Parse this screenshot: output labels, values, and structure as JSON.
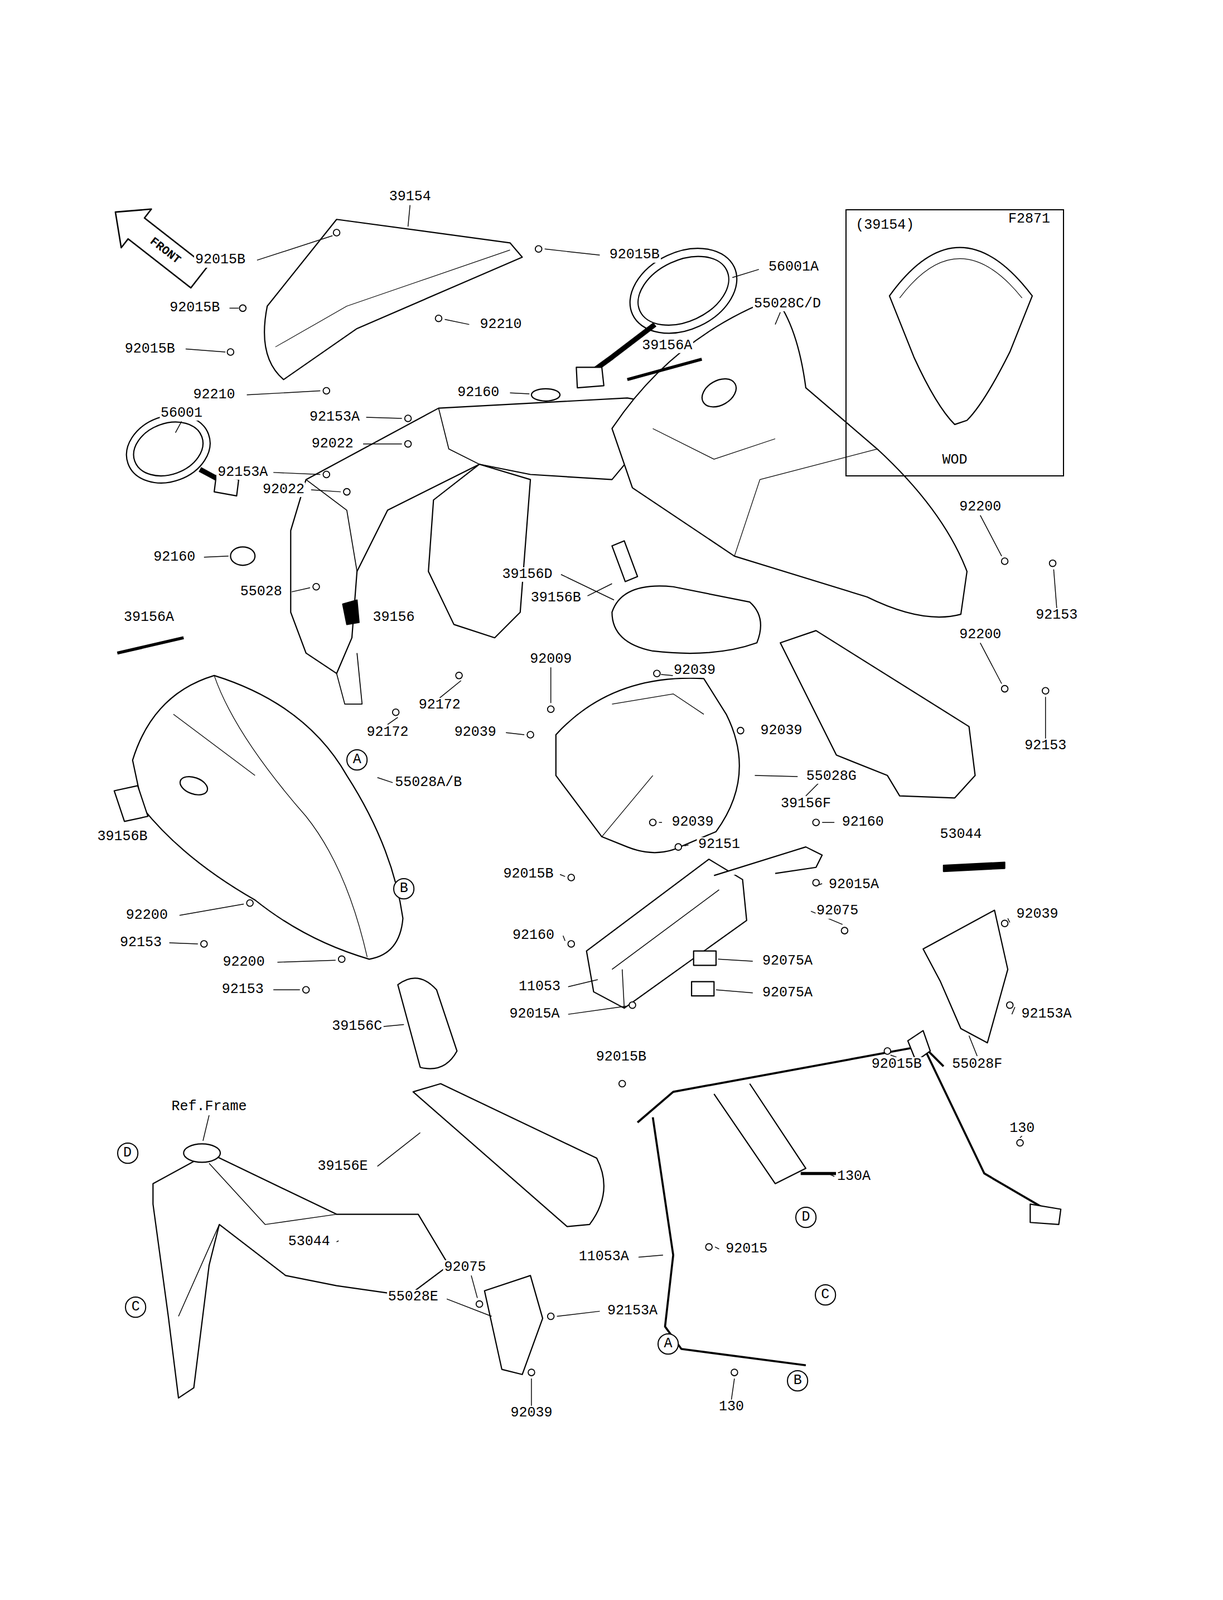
{
  "diagram": {
    "nodes": [
      {
        "text": [
          "(39154)",
          "WOD"
        ]
      },
      {
        "text": [
          "A"
        ]
      },
      {
        "text": [
          "B"
        ]
      },
      {
        "text": [
          "D"
        ]
      },
      {
        "text": [
          "C"
        ]
      },
      {
        "text": [
          "D"
        ]
      },
      {
        "text": [
          "C"
        ]
      },
      {
        "text": [
          "A"
        ]
      },
      {
        "text": [
          "B"
        ]
      }
    ],
    "labels": [
      "F2871",
      "FRONT",
      "39154",
      "92015B",
      "92015B",
      "92015B",
      "92210",
      "92015B",
      "92210",
      "56001A",
      "55028C/D",
      "39156A",
      "92160",
      "56001",
      "92153A",
      "92022",
      "92153A",
      "92022",
      "92160",
      "55028",
      "39156A",
      "39156",
      "39156D",
      "39156B",
      "92200",
      "92153",
      "92200",
      "92153",
      "92009",
      "92039",
      "92172",
      "92172",
      "92039",
      "92039",
      "55028G",
      "39156F",
      "92039",
      "92160",
      "39156B",
      "55028A/B",
      "92151",
      "92015B",
      "53044",
      "92015A",
      "92075",
      "92039",
      "92200",
      "92153",
      "92160",
      "92075A",
      "92200",
      "92153",
      "11053",
      "92075A",
      "92015A",
      "92153A",
      "39156C",
      "92015B",
      "92015B",
      "55028F",
      "Ref.Frame",
      "130",
      "39156E",
      "130A",
      "53044",
      "92015",
      "11053A",
      "92075",
      "55028E",
      "92153A",
      "130",
      "92039"
    ]
  }
}
